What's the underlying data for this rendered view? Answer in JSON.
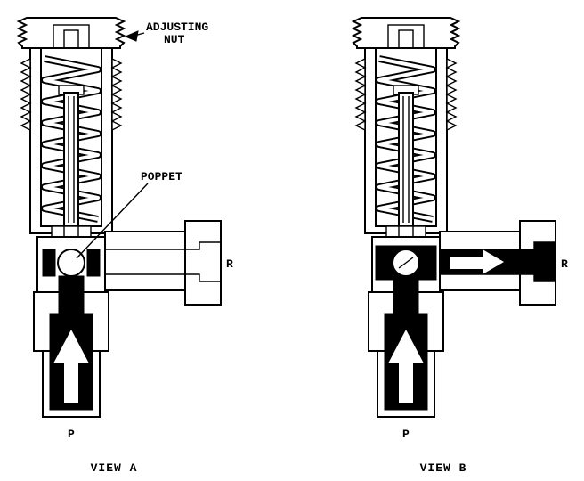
{
  "figure": {
    "description": "Pressure relief valve cross-section, closed and open positions",
    "annotations": {
      "adjusting_line1": "ADJUSTING",
      "adjusting_line2": "NUT",
      "poppet": "POPPET"
    },
    "ports": {
      "relief": "R",
      "pressure": "P"
    },
    "captions": {
      "view_a": "VIEW A",
      "view_b": "VIEW B"
    },
    "colors": {
      "ink": "#000000",
      "paper": "#ffffff",
      "fluid": "#000000"
    }
  }
}
